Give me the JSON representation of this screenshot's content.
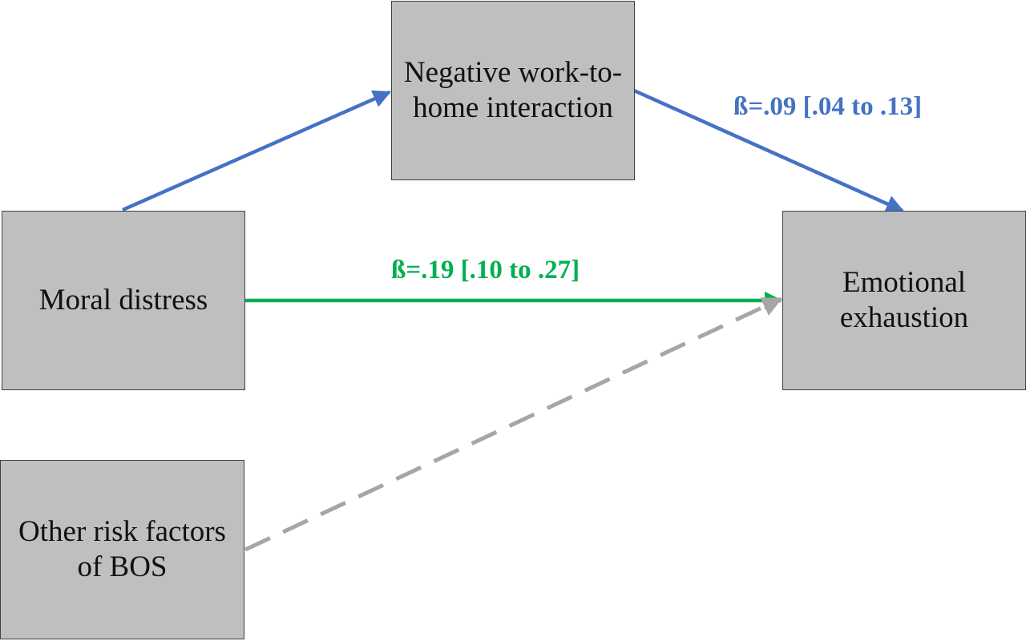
{
  "nodes": {
    "mediator": "Negative work-to-\nhome interaction",
    "predictor": "Moral distress",
    "outcome": "Emotional\nexhaustion",
    "other": "Other risk factors\nof BOS"
  },
  "edges": {
    "indirect_label": "ß=.09 [.04 to .13]",
    "direct_label": "ß=.19 [.10 to .27]"
  },
  "colors": {
    "indirect": "#4472c4",
    "direct": "#00b050",
    "other": "#a6a6a6",
    "box_fill": "#bfbfbf"
  }
}
